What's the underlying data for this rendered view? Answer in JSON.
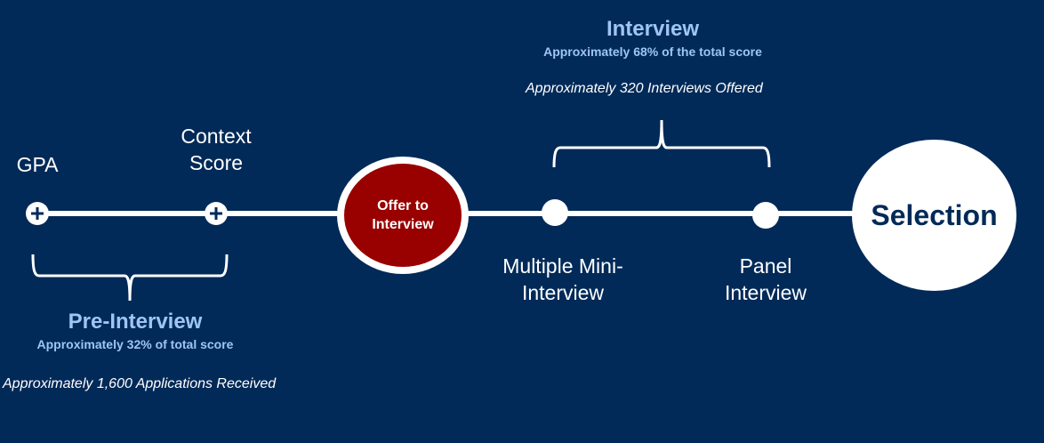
{
  "timeline": {
    "steps": [
      {
        "label": "GPA"
      },
      {
        "label": "Context\nScore"
      },
      {
        "label": "Offer to\nInterview"
      },
      {
        "label": "Multiple Mini-\nInterview"
      },
      {
        "label": "Panel\nInterview"
      },
      {
        "label": "Selection"
      }
    ]
  },
  "phases": {
    "pre_interview": {
      "title": "Pre-Interview",
      "subtitle": "Approximately 32% of total score",
      "note": "Approximately 1,600 Applications Received"
    },
    "interview": {
      "title": "Interview",
      "subtitle": "Approximately 68% of the total score",
      "note": "Approximately 320 Interviews Offered"
    }
  },
  "colors": {
    "background": "#022a58",
    "line": "#ffffff",
    "offer_fill": "#990000",
    "phase_text": "#9ec5f5",
    "selection_text": "#022a58"
  },
  "icons": {
    "step_marker": "plus-icon"
  }
}
